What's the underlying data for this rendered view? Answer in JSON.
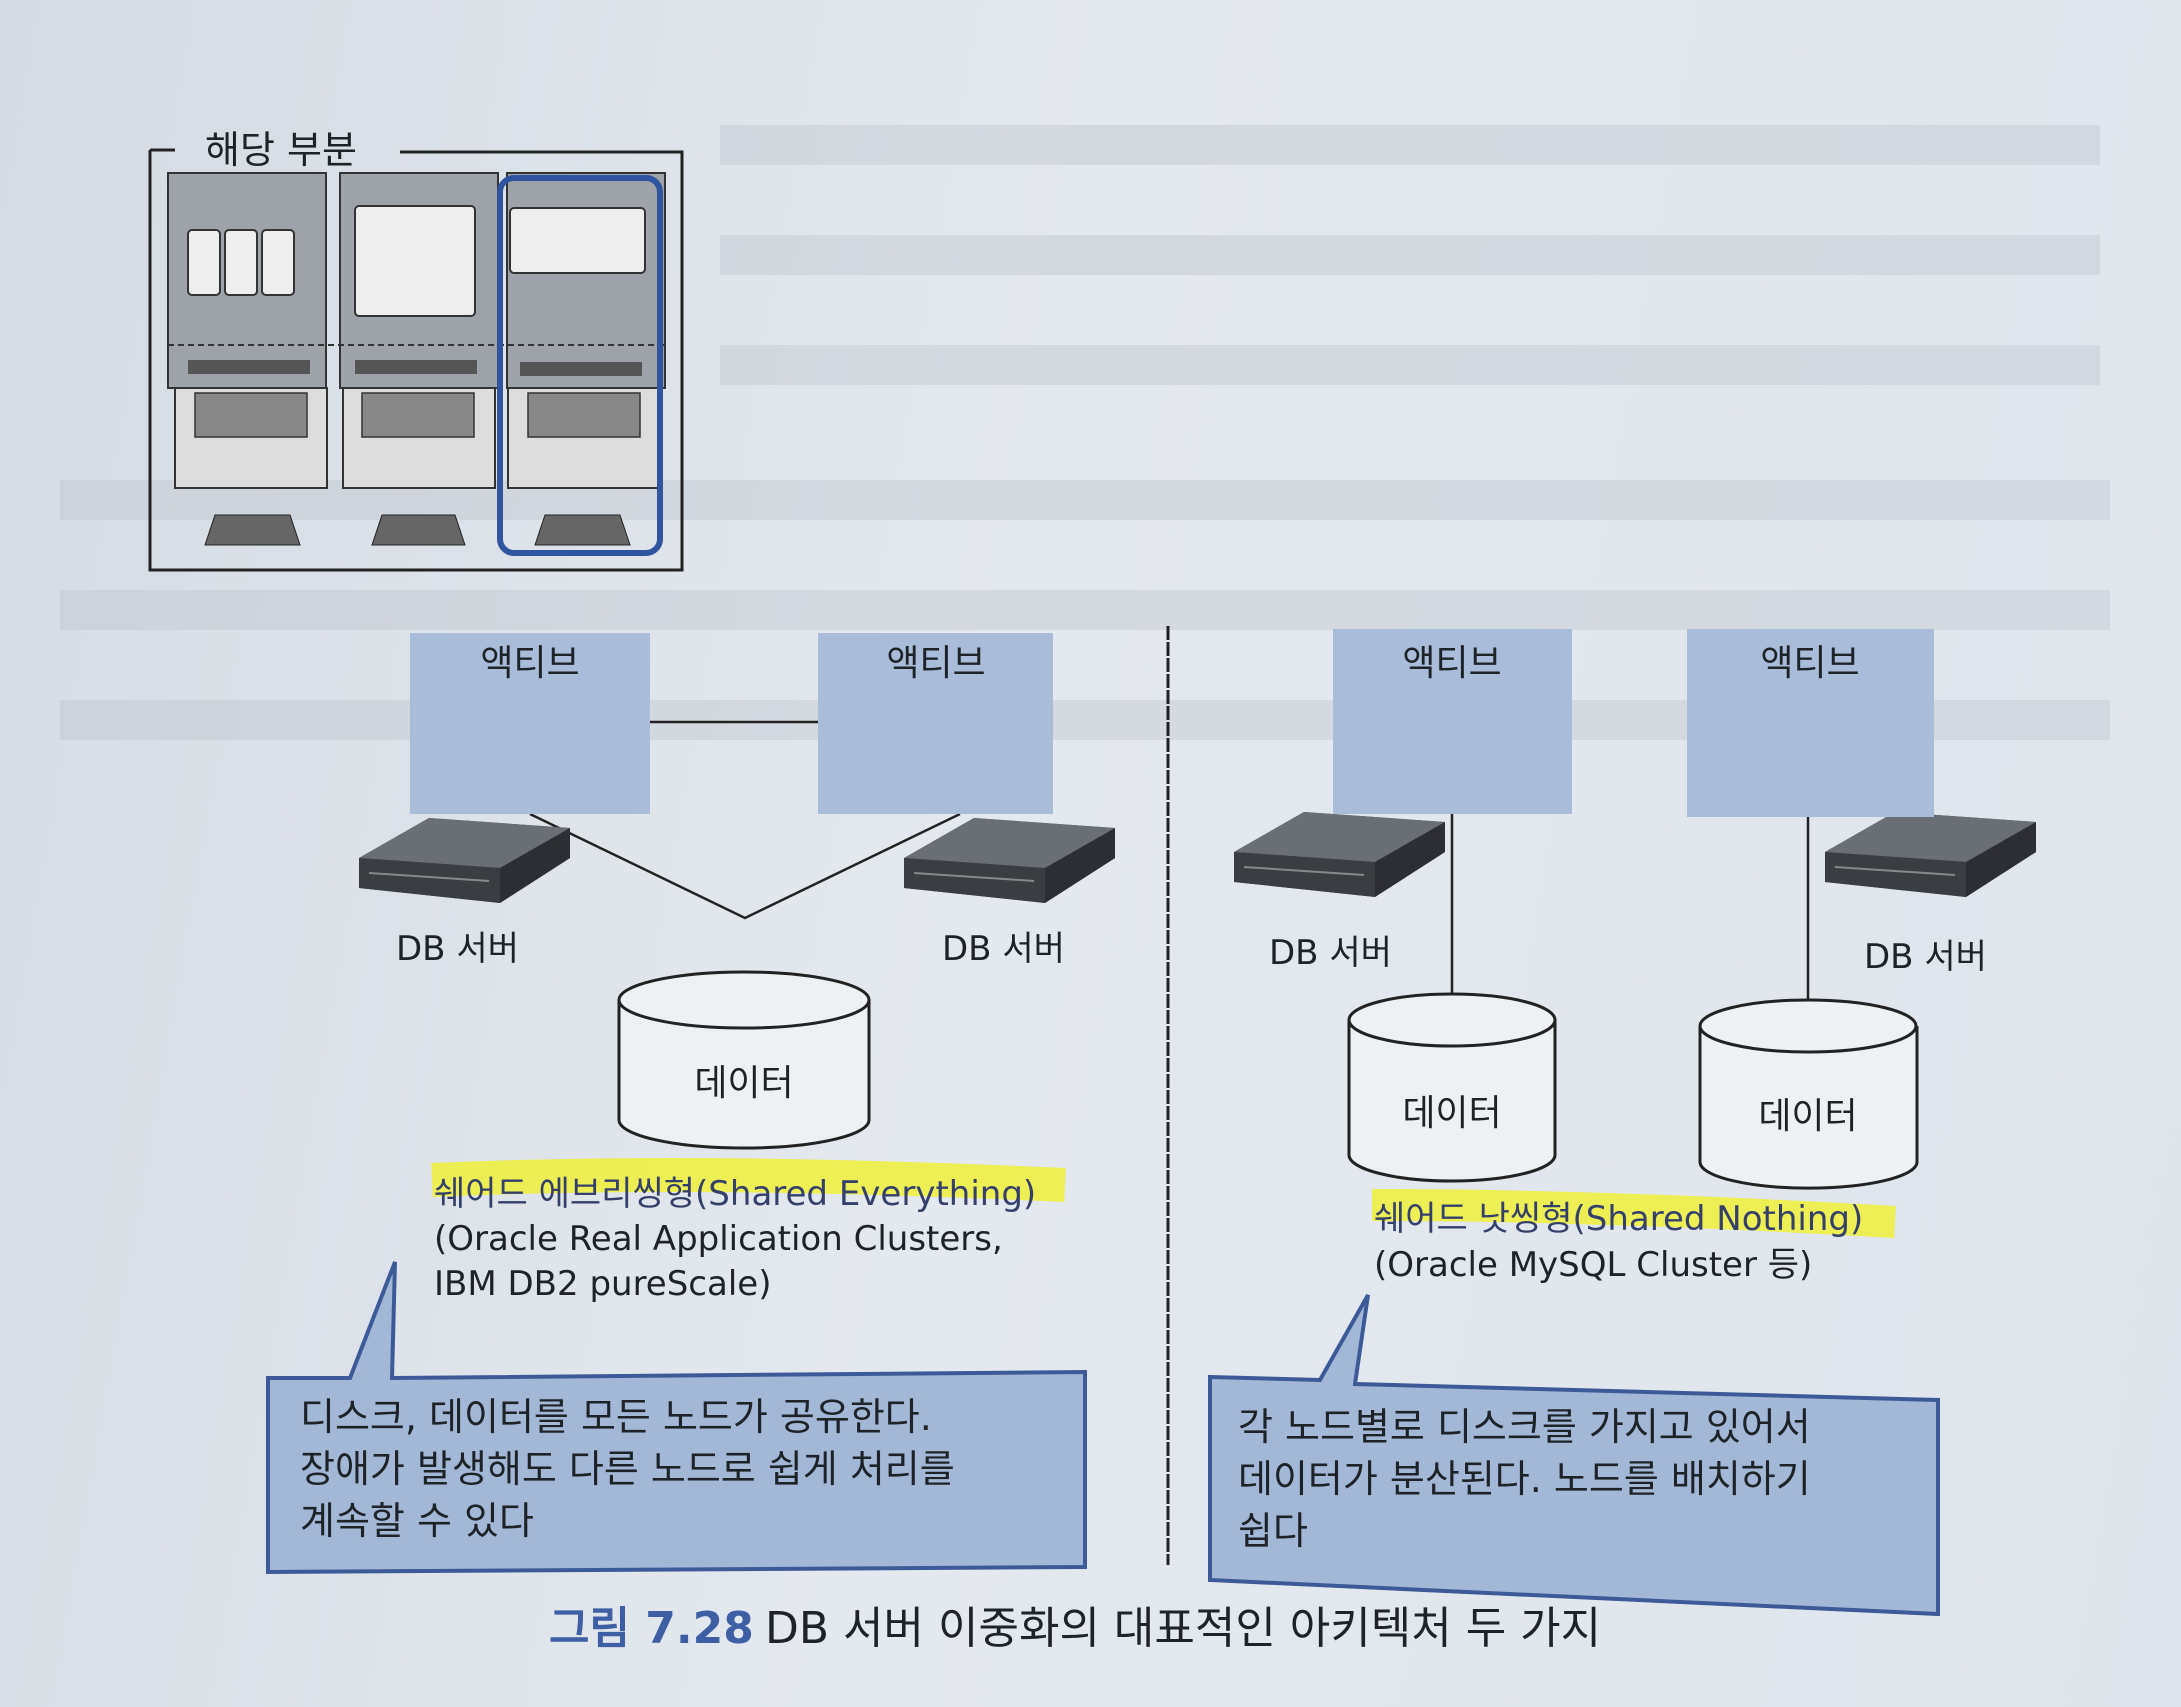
{
  "thumbnail": {
    "label": "해당 부분"
  },
  "shared_everything": {
    "nodes": [
      {
        "label": "액티브",
        "server_label": "DB 서버"
      },
      {
        "label": "액티브",
        "server_label": "DB 서버"
      }
    ],
    "storage_label": "데이터",
    "title": "쉐어드 에브리씽형(Shared Everything)",
    "examples": [
      "(Oracle Real Application Clusters,",
      "IBM DB2 pureScale)"
    ],
    "callout": [
      "디스크, 데이터를 모든 노드가 공유한다.",
      "장애가 발생해도 다른 노드로 쉽게 처리를",
      "계속할 수 있다"
    ]
  },
  "shared_nothing": {
    "nodes": [
      {
        "label": "액티브",
        "server_label": "DB 서버",
        "storage_label": "데이터"
      },
      {
        "label": "액티브",
        "server_label": "DB 서버",
        "storage_label": "데이터"
      }
    ],
    "title": "쉐어드 낫씽형(Shared Nothing)",
    "examples": [
      "(Oracle MySQL Cluster 등)"
    ],
    "callout": [
      "각 노드별로 디스크를 가지고 있어서",
      "데이터가 분산된다. 노드를 배치하기",
      "쉽다"
    ]
  },
  "caption": {
    "number": "그림 7.28",
    "text": "DB 서버 이중화의 대표적인 아키텍처 두 가지"
  },
  "colors": {
    "node_fill": "#a9bddb",
    "callout_fill": "#a3b7d7",
    "callout_border": "#3d5a98",
    "highlight": "#f1f03a",
    "caption_accent": "#3f5fa5",
    "thumb_highlight": "#2f55a0"
  }
}
